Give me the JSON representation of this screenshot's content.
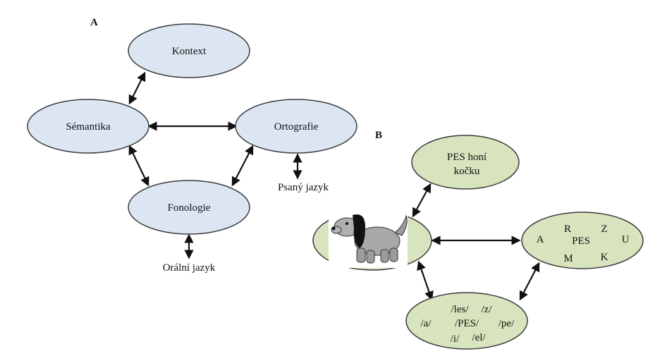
{
  "panels": {
    "a": {
      "label": "A",
      "nodes": {
        "kontext": "Kontext",
        "semantika": "Sémantika",
        "ortografie": "Ortografie",
        "fonologie": "Fonologie"
      },
      "outputs": {
        "psany": "Psaný jazyk",
        "oralni": "Orální jazyk"
      },
      "colors": {
        "fill": "#dce6f2",
        "stroke": "#3b3b3b"
      }
    },
    "b": {
      "label": "B",
      "nodes": {
        "sentence_line1": "PES honí",
        "sentence_line2": "kočku",
        "letters": [
          "R",
          "Z",
          "A",
          "PES",
          "U",
          "M",
          "K"
        ],
        "phonemes": [
          "/les/",
          "/z/",
          "/a/",
          "/PES/",
          "/pe/",
          "/i/",
          "/el/"
        ]
      },
      "colors": {
        "fill": "#d7e4bd",
        "stroke": "#3b3b3b"
      }
    }
  }
}
